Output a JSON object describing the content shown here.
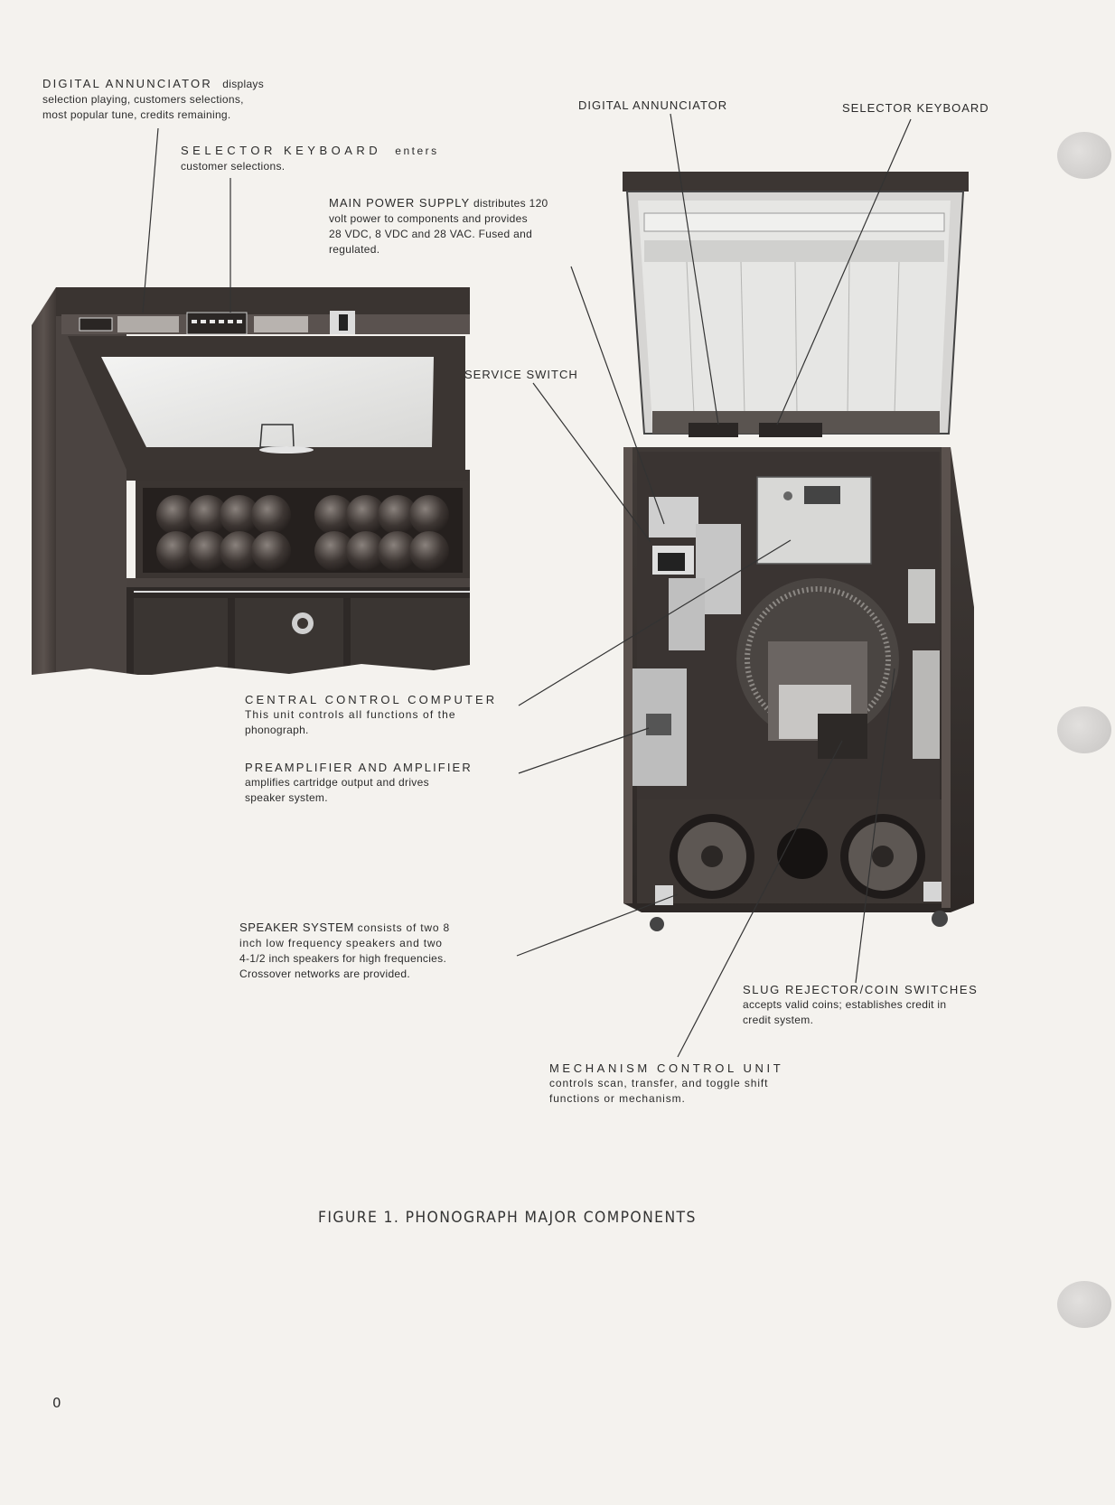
{
  "labels": {
    "digital_annunciator_left": {
      "heading": "DIGITAL ANNUNCIATOR",
      "line1_tail": "displays",
      "line2": "selection playing, customers selections,",
      "line3": "most popular tune, credits remaining."
    },
    "selector_keyboard_left": {
      "heading": "SELECTOR KEYBOARD",
      "line1_tail": "enters",
      "line2": "customer selections."
    },
    "main_power_supply": {
      "heading": "MAIN POWER SUPPLY",
      "line1_tail": "distributes 120",
      "line2": "volt power to components and provides",
      "line3": "28 VDC, 8 VDC and 28 VAC. Fused and",
      "line4": "regulated."
    },
    "digital_annunciator_top": {
      "heading": "DIGITAL ANNUNCIATOR"
    },
    "selector_keyboard_top": {
      "heading": "SELECTOR KEYBOARD"
    },
    "service_switch": {
      "heading": "SERVICE SWITCH"
    },
    "central_control_computer": {
      "heading": "CENTRAL CONTROL COMPUTER",
      "line2": "This unit controls all functions of the",
      "line3": "phonograph."
    },
    "preamplifier": {
      "heading": "PREAMPLIFIER AND AMPLIFIER",
      "line2": "amplifies cartridge output and drives",
      "line3": "speaker system."
    },
    "speaker_system": {
      "heading": "SPEAKER SYSTEM",
      "line1_tail": "consists of two 8",
      "line2": "inch low frequency speakers and two",
      "line3": "4-1/2 inch speakers for high frequencies.",
      "line4": "Crossover networks are provided."
    },
    "slug_rejector": {
      "heading": "SLUG REJECTOR/COIN SWITCHES",
      "line2": "accepts valid coins; establishes credit in",
      "line3": "credit system."
    },
    "mechanism_control": {
      "heading": "MECHANISM CONTROL UNIT",
      "line2": "controls scan, transfer, and toggle shift",
      "line3": "functions or mechanism."
    }
  },
  "caption": "FIGURE 1. PHONOGRAPH MAJOR COMPONENTS",
  "page_number": "0"
}
